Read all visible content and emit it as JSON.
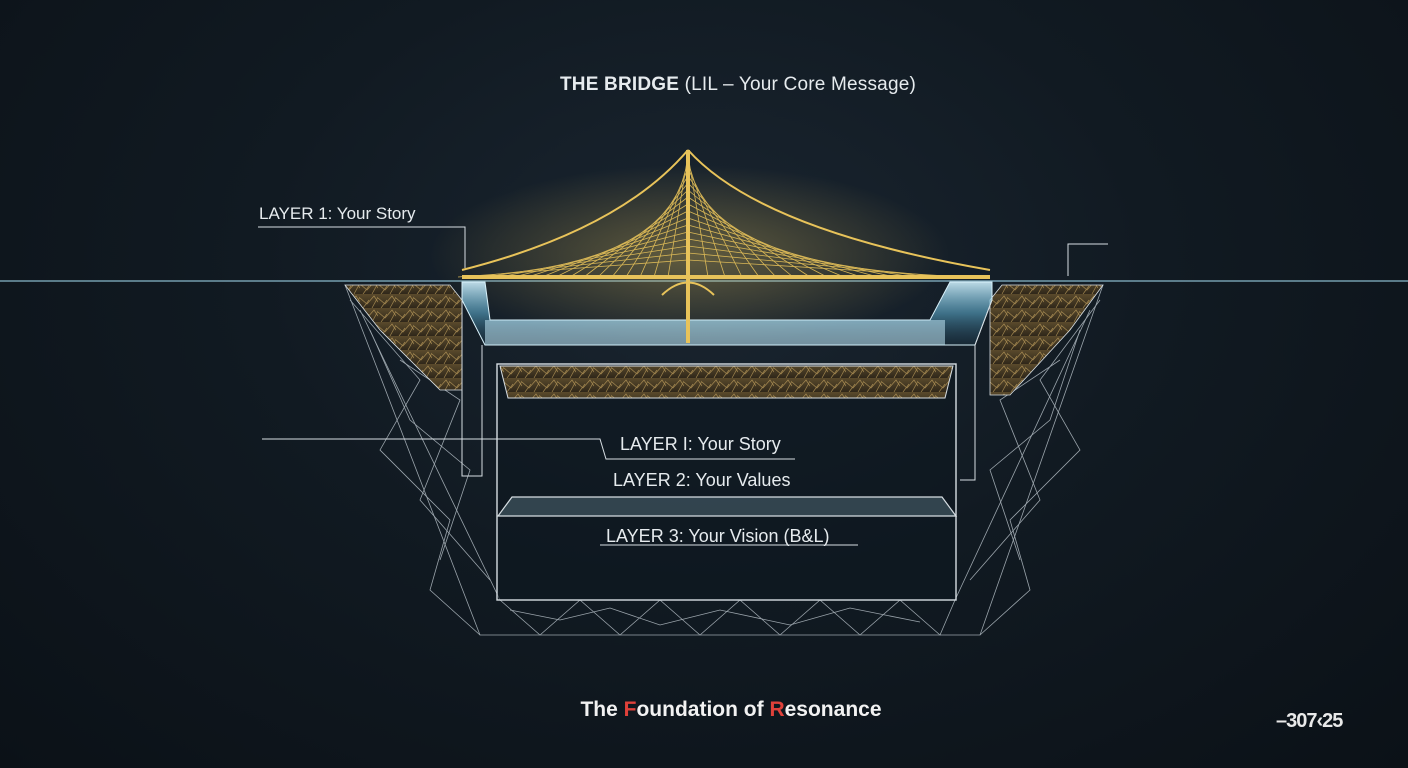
{
  "title": {
    "bold": "THE BRIDGE",
    "rest": " (LIL – Your Core Message)"
  },
  "labels": {
    "top_left": "LAYER 1:  Your Story",
    "layer1": "LAYER I: Your Story",
    "layer2": "LAYER 2: Your Values",
    "layer3": "LAYER 3: Your Vision (B&L)"
  },
  "footer": {
    "part1": "The ",
    "accent": "F",
    "part2": "oundation of ",
    "accent2": "R",
    "part3": "esonance"
  },
  "corner_mark": "–307‹25",
  "colors": {
    "background": "#111a22",
    "bridge_gold": "#e8c35a",
    "water_blue": "#8fcfe6",
    "line_white": "#d7dee3",
    "accent_red": "#e0413a"
  },
  "icons": {
    "bridge": "cable-stayed-bridge-icon",
    "foundation": "layered-foundation-icon"
  }
}
